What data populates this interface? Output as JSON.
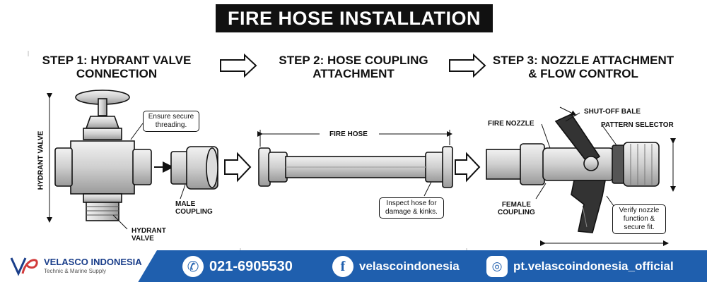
{
  "title": "FIRE HOSE INSTALLATION",
  "steps": [
    {
      "line1": "STEP 1: HYDRANT VALVE",
      "line2": "CONNECTION"
    },
    {
      "line1": "STEP 2: HOSE COUPLING",
      "line2": "ATTACHMENT"
    },
    {
      "line1": "STEP 3: NOZZLE ATTACHMENT",
      "line2": "& FLOW CONTROL"
    }
  ],
  "labels": {
    "hydrant_valve_vertical": "HYDRANT VALVE",
    "hydrant_valve_line1": "HYDRANT",
    "hydrant_valve_line2": "VALVE",
    "male_coupling_line1": "MALE",
    "male_coupling_line2": "COUPLING",
    "fire_hose": "FIRE HOSE",
    "fire_nozzle": "FIRE NOZZLE",
    "shut_off_bale": "SHUT-OFF BALE",
    "pattern_selector": "PATTERN SELECTOR",
    "female_coupling_line1": "FEMALE",
    "female_coupling_line2": "COUPLING"
  },
  "notes": {
    "threading_line1": "Ensure secure",
    "threading_line2": "threading.",
    "inspect_line1": "Inspect hose for",
    "inspect_line2": "damage & kinks.",
    "verify_line1": "Verify nozzle",
    "verify_line2": "function &",
    "verify_line3": "secure fit."
  },
  "footer": {
    "brand": "VELASCO INDONESIA",
    "brand_sub": "Technic & Marine Supply",
    "phone": "021-6905530",
    "facebook": "velascoindonesia",
    "instagram": "pt.velascoindonesia_official",
    "phone_icon": "phone-icon",
    "facebook_icon": "facebook-icon",
    "instagram_icon": "instagram-icon",
    "colors": {
      "bar": "#1f5fae",
      "brand": "#1a3e8a",
      "accent_red": "#d23b3b"
    }
  }
}
